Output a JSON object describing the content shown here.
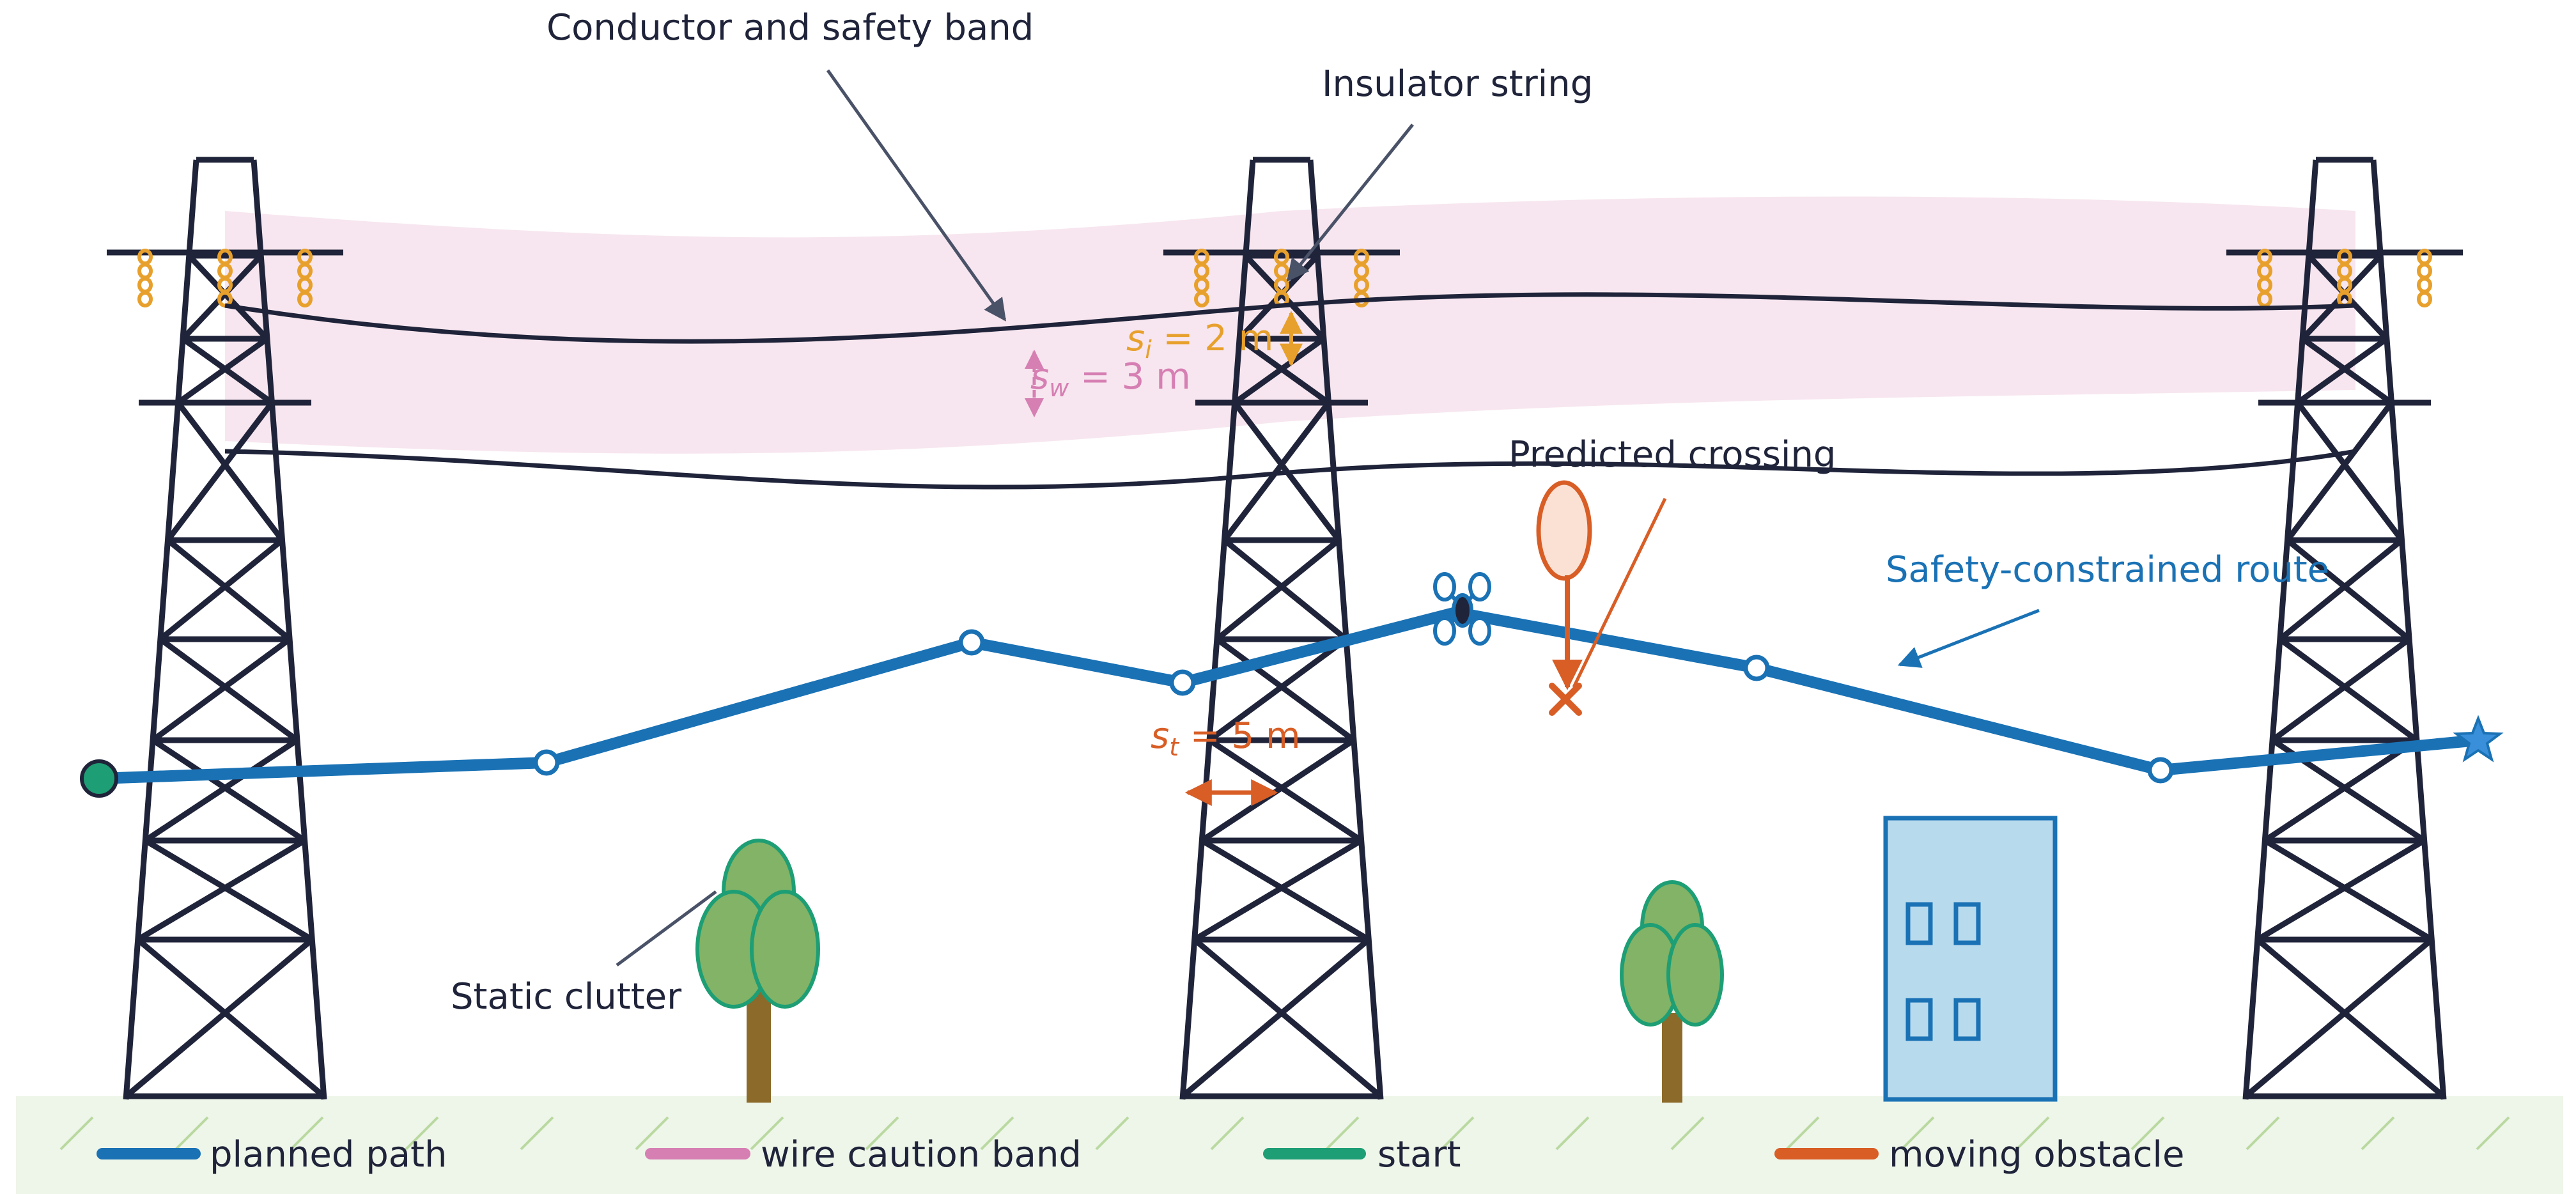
{
  "labels": {
    "conductor_band": "Conductor and safety band",
    "insulator_string": "Insulator string",
    "predicted_crossing": "Predicted crossing",
    "safety_route": "Safety-constrained route",
    "static_clutter": "Static clutter"
  },
  "dimensions": {
    "s_i": {
      "symbol": "s",
      "sub": "i",
      "value": " = 2 m"
    },
    "s_w": {
      "symbol": "s",
      "sub": "w",
      "value": " = 3 m"
    },
    "s_t": {
      "symbol": "s",
      "sub": "t",
      "value": " = 5 m"
    }
  },
  "legend": {
    "items": [
      {
        "label": "planned path",
        "color": "#1a72b5"
      },
      {
        "label": "wire caution band",
        "color": "#d67fb3"
      },
      {
        "label": "start",
        "color": "#1e9e74"
      },
      {
        "label": "moving obstacle",
        "color": "#d85e26"
      }
    ]
  },
  "colors": {
    "tower": "#20243a",
    "path": "#1a72b5",
    "caution_band": "#f7e6ef",
    "insulator": "#e8a02c",
    "obstacle": "#d85e26",
    "start": "#1e9e74",
    "tree_leaf": "#82b366",
    "tree_trunk": "#8b6a2a",
    "building": "#b8daed",
    "ground": "#eef5e9"
  }
}
